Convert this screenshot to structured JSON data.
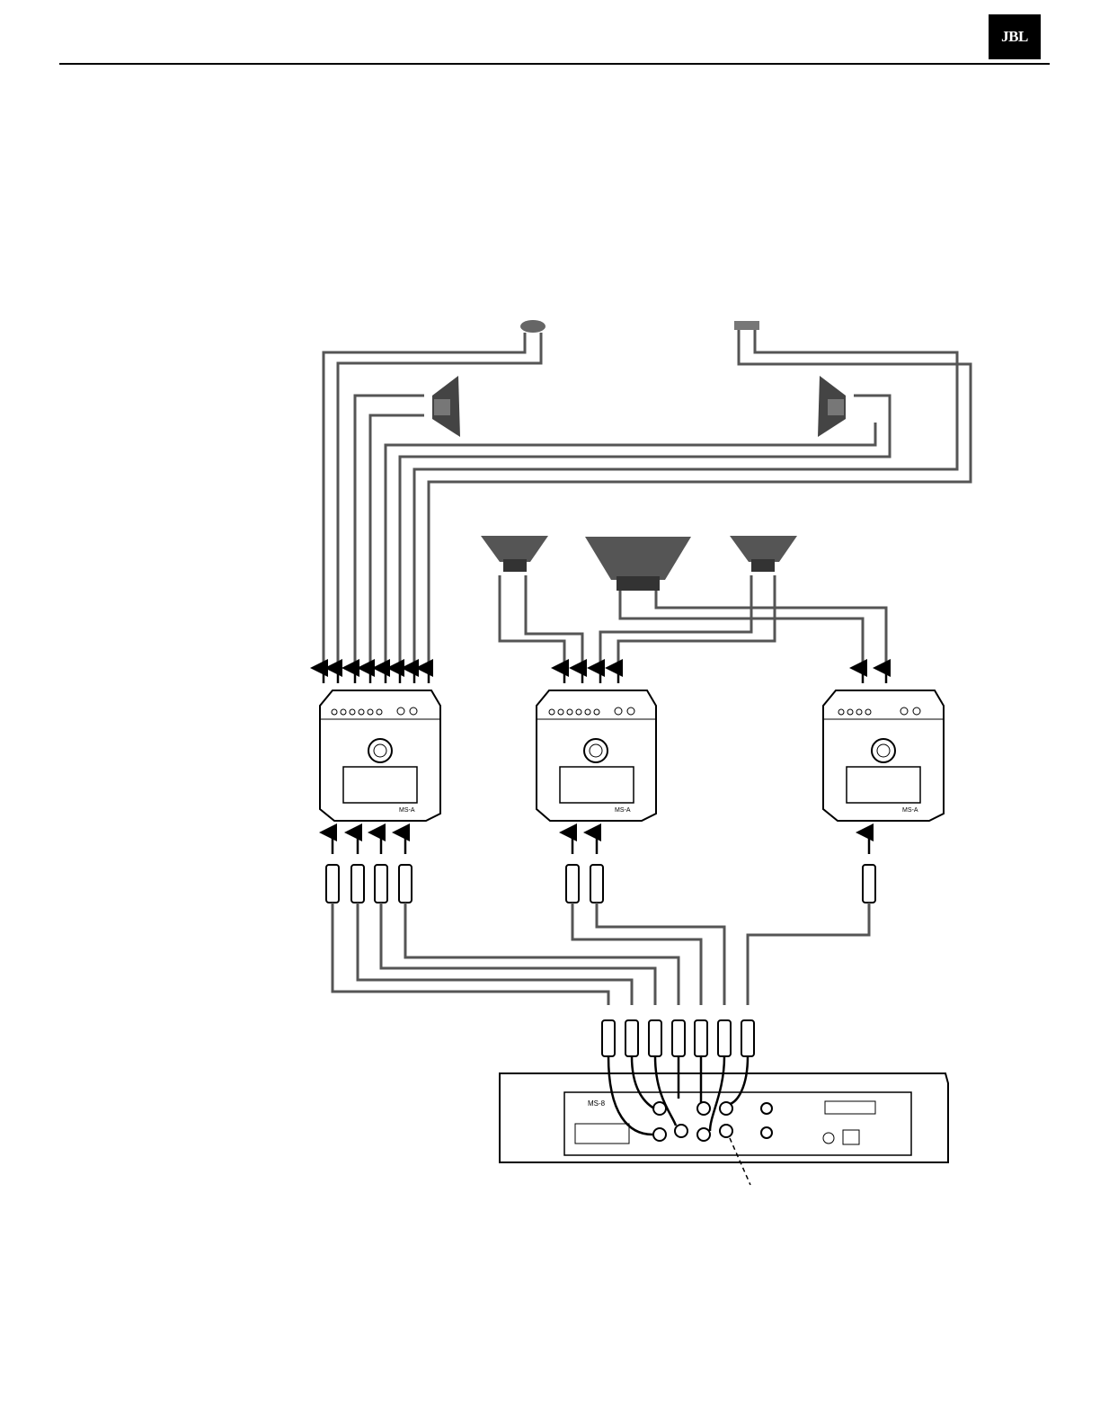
{
  "header": {
    "logo_text": "JBL"
  },
  "diagram": {
    "amplifiers": [
      {
        "model_badge": "MS-A"
      },
      {
        "model_badge": "MS-A"
      },
      {
        "model_badge": "MS-A"
      }
    ],
    "processor": {
      "badge": "MS-8"
    }
  },
  "colors": {
    "wire": "#555555",
    "ink": "#000000",
    "paper": "#ffffff"
  }
}
